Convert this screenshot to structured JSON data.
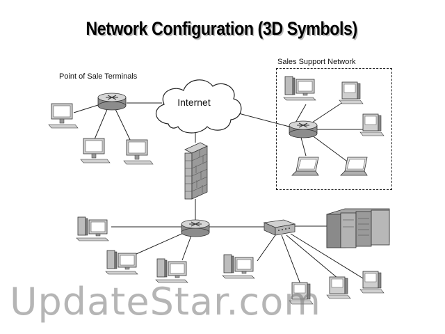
{
  "diagram": {
    "title": "Network Configuration (3D Symbols)",
    "labels": {
      "pos_terminals": "Point of Sale Terminals",
      "sales_support": "Sales Support Network",
      "internet": "Internet"
    }
  },
  "watermark": "UpdateStar.com",
  "colors": {
    "line": "#222222",
    "device_light": "#e6e6e6",
    "device_mid": "#b9b9b9",
    "device_dark": "#7c7c7c",
    "screen": "#ffffff"
  }
}
